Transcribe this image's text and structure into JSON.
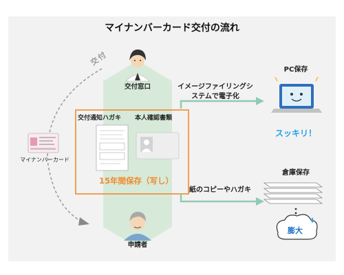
{
  "title": "マイナンバーカード交付の流れ",
  "nodes": {
    "counter": "交付窓口",
    "applicant": "申請者",
    "notice_postcard": "交付通知ハガキ",
    "id_documents": "本人確認書類",
    "retention": "15年間保存（写し）",
    "my_number_card": "マイナンバーカード",
    "pc_storage": "PC保存",
    "warehouse_storage": "倉庫保存"
  },
  "edges": {
    "issue": "交付",
    "digitize": "イメージファイリングシステムで電子化",
    "paper_copy": "紙のコピーやハガキ"
  },
  "callouts": {
    "clean": "スッキリ！",
    "bloated": "膨大"
  },
  "colors": {
    "accent_orange": "#ef8a2c",
    "arrow_green": "#8fcbb3",
    "pillar_green": "#d7ead9",
    "sukkiri_blue": "#1ea3e6"
  }
}
